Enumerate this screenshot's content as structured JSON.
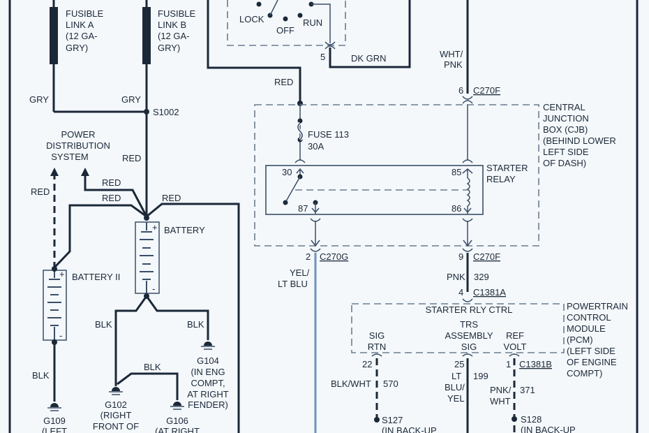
{
  "fusible_link_a": [
    "FUSIBLE",
    "LINK A",
    "(12 GA-",
    "GRY)"
  ],
  "fusible_link_b": [
    "FUSIBLE",
    "LINK B",
    "(12 GA-",
    "GRY)"
  ],
  "wire_colors": {
    "gry_a": "GRY",
    "gry_b": "GRY",
    "red_main": "RED",
    "red_pds": "RED",
    "red_b2": "RED",
    "red_right": "RED",
    "red_dashed": "RED",
    "red_top": "RED",
    "blk_b2": "BLK",
    "blk_g102": "BLK",
    "blk_g104": "BLK",
    "blk_g106": "BLK",
    "dk_grn": "DK GRN",
    "wht_pnk": [
      "WHT/",
      "PNK"
    ],
    "yel_lt_blu": [
      "YEL/",
      "LT BLU"
    ],
    "pnk": "PNK",
    "blk_wht": "BLK/WHT",
    "lt_blu_yel": [
      "LT",
      "BLU/",
      "YEL"
    ],
    "pnk_wht": [
      "PNK/",
      "WHT"
    ]
  },
  "splice_s1002": "S1002",
  "power_distribution": [
    "POWER",
    "DISTRIBUTION",
    "SYSTEM"
  ],
  "battery": {
    "label": "BATTERY",
    "plus": "+",
    "minus": "-"
  },
  "battery_ii": {
    "label": "BATTERY II",
    "plus": "+",
    "minus": "-"
  },
  "grounds": {
    "g109": [
      "G109",
      "(LEFT"
    ],
    "g102": [
      "G102",
      "(RIGHT",
      "FRONT OF"
    ],
    "g106": [
      "G106",
      "(AT RIGHT"
    ],
    "g104": [
      "G104",
      "(IN ENG",
      "COMPT,",
      "AT RIGHT",
      "FENDER)"
    ]
  },
  "ignition_switch": {
    "lock": "LOCK",
    "off": "OFF",
    "run": "RUN",
    "pin": "5"
  },
  "cjb": {
    "label": [
      "CENTRAL",
      "JUNCTION",
      "BOX (CJB)",
      "(BEHIND LOWER",
      "LEFT SIDE",
      "OF DASH)"
    ],
    "fuse": [
      "FUSE 113",
      "30A"
    ]
  },
  "relay": {
    "label": [
      "STARTER",
      "RELAY"
    ],
    "pin30": "30",
    "pin85": "85",
    "pin87": "87",
    "pin86": "86"
  },
  "connectors": {
    "c270f_top_pin": "6",
    "c270f_top": "C270F",
    "c270g_pin": "2",
    "c270g": "C270G",
    "c270f_pin": "9",
    "c270f": "C270F",
    "c1381a_pin": "4",
    "c1381a": "C1381A",
    "c1381b": "C1381B"
  },
  "circuits": {
    "c329": "329",
    "c570": "570",
    "c199": "199",
    "c371": "371"
  },
  "pcm": {
    "label": [
      "POWERTRAIN",
      "CONTROL",
      "MODULE",
      "(PCM)",
      "(LEFT SIDE",
      "OF ENGINE",
      "COMPT)"
    ],
    "title": "STARTER RLY CTRL",
    "sig_rtn": [
      "SIG",
      "RTN"
    ],
    "trs": [
      "TRS",
      "ASSEMBLY",
      "SIG"
    ],
    "ref_volt": [
      "REF",
      "VOLT"
    ],
    "pin22": "22",
    "pin25": "25",
    "pin1": "1"
  },
  "splices": {
    "s127": [
      "S127",
      "(IN BACK-UP"
    ],
    "s128": [
      "S128",
      "(IN BACK-UP"
    ]
  }
}
